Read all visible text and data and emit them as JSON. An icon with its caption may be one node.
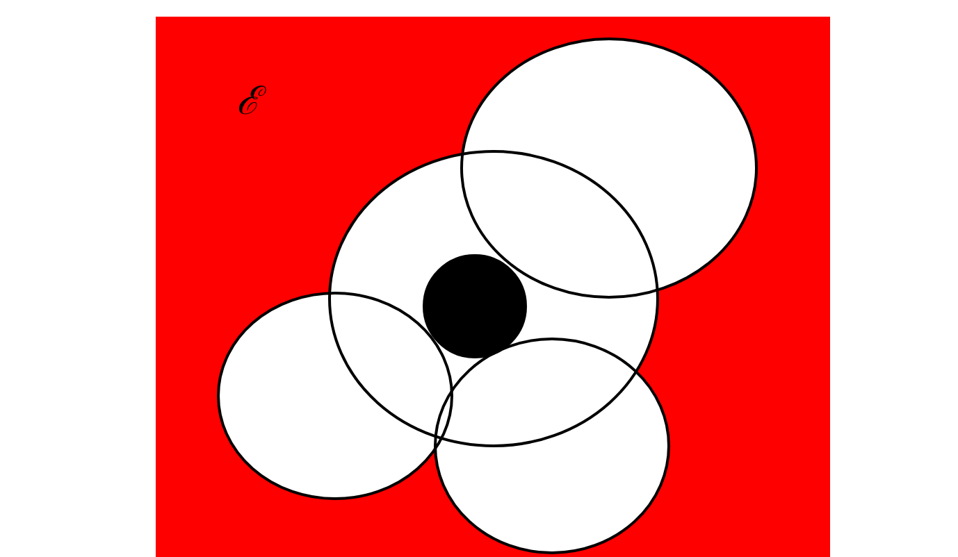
{
  "diagram": {
    "nodes": [
      {
        "text": [
          "ℰ"
        ]
      },
      {
        "text": [],
        "shape": "ellipse",
        "in": 0
      },
      {
        "text": [],
        "shape": "ellipse",
        "in": 0
      },
      {
        "text": [],
        "shape": "ellipse",
        "in": 0
      },
      {
        "text": [],
        "shape": "ellipse",
        "in": 0
      },
      {
        "text": [],
        "shape": "circle",
        "in": 2
      }
    ]
  }
}
